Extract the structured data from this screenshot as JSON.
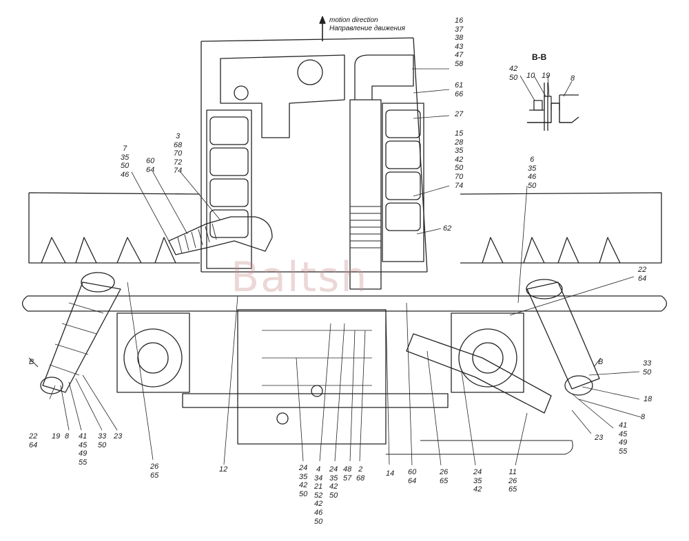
{
  "header": {
    "line1": "motion direction",
    "line2": "Направление движения"
  },
  "section_label": "B-B",
  "watermark": "Baltsh",
  "callouts": {
    "top_right_a": [
      "16",
      "37",
      "38",
      "43",
      "47",
      "58"
    ],
    "top_right_b": [
      "61",
      "66"
    ],
    "top_right_c": [
      "27"
    ],
    "right_mid_a": [
      "15",
      "28",
      "35",
      "42",
      "50",
      "70",
      "74"
    ],
    "right_mid_b": [
      "62"
    ],
    "right_mid_c": [
      "6",
      "35",
      "46",
      "50"
    ],
    "right_mid_d": [
      "22",
      "64"
    ],
    "right_low_a": [
      "33",
      "50"
    ],
    "right_low_b": [
      "18"
    ],
    "right_low_c": [
      "8"
    ],
    "right_low_d": [
      "41",
      "45",
      "49",
      "55"
    ],
    "right_low_e": [
      "23"
    ],
    "inset_a": [
      "42",
      "50"
    ],
    "inset_b": [
      "10"
    ],
    "inset_c": [
      "19"
    ],
    "inset_d": [
      "8"
    ],
    "left_top_a": [
      "7",
      "35",
      "50",
      "46"
    ],
    "left_top_b": [
      "60",
      "64"
    ],
    "left_top_c": [
      "3",
      "68",
      "70",
      "72",
      "74"
    ],
    "left_b_mark": [
      "B"
    ],
    "right_b_mark": [
      "B"
    ],
    "left_bot_a": [
      "22",
      "64"
    ],
    "left_bot_b": [
      "19"
    ],
    "left_bot_c": [
      "8"
    ],
    "left_bot_d": [
      "41",
      "45",
      "49",
      "55"
    ],
    "left_bot_e": [
      "33",
      "50"
    ],
    "left_bot_f": [
      "23"
    ],
    "left_bot_g": [
      "26",
      "65"
    ],
    "bot_12": [
      "12"
    ],
    "bot_a": [
      "24",
      "35",
      "42",
      "50"
    ],
    "bot_b": [
      "4",
      "34",
      "21",
      "52",
      "42",
      "46",
      "50"
    ],
    "bot_c": [
      "24",
      "35",
      "42",
      "50"
    ],
    "bot_d": [
      "48",
      "57"
    ],
    "bot_e": [
      "2",
      "68"
    ],
    "bot_14": [
      "14"
    ],
    "bot_f": [
      "60",
      "64"
    ],
    "bot_g": [
      "26",
      "65"
    ],
    "bot_h": [
      "24",
      "35",
      "42"
    ],
    "bot_i": [
      "11",
      "26",
      "65"
    ]
  }
}
